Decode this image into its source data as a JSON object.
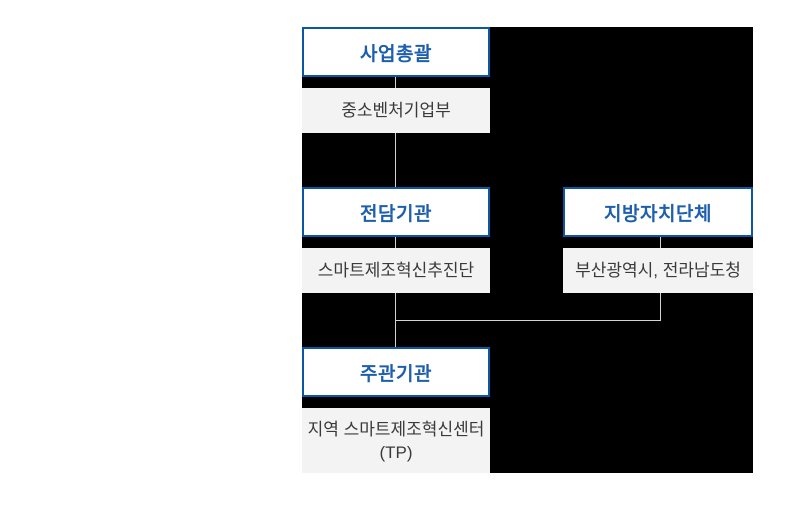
{
  "org_chart": {
    "business_oversight": {
      "title": "사업총괄",
      "org": "중소벤처기업부"
    },
    "dedicated_agency": {
      "title": "전담기관",
      "org": "스마트제조혁신추진단"
    },
    "local_government": {
      "title": "지방자치단체",
      "org": "부산광역시, 전라남도청"
    },
    "host_organization": {
      "title": "주관기관",
      "org_line1": "지역 스마트제조혁신센터",
      "org_line2": "(TP)"
    }
  },
  "colors": {
    "page_bg": "#ffffff",
    "chart_bg": "#000000",
    "accent_blue": "#0b57a5",
    "title_text_blue": "#1e5fad",
    "org_box_bg": "#f3f3f3",
    "org_text": "#3a3a3a",
    "connector_line": "#d4d4d4"
  }
}
